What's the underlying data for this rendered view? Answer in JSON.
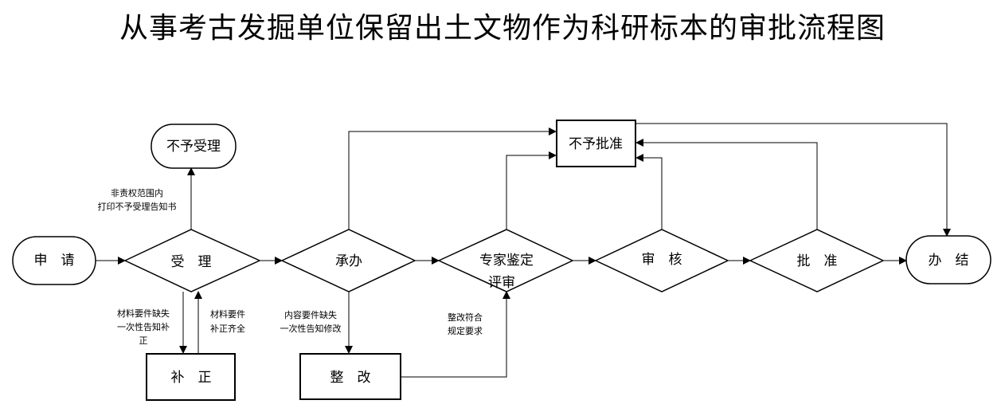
{
  "title": "从事考古发掘单位保留出土文物作为科研标本的审批流程图",
  "nodes": {
    "apply": "申　请",
    "accept": "受　理",
    "reject_accept": "不予受理",
    "undertake": "承办",
    "expert_line1": "专家鉴定",
    "expert_line2": "评审",
    "review": "审　核",
    "approve": "批　准",
    "not_approve": "不予批准",
    "finish": "办　结",
    "supplement": "补　正",
    "rectify": "整　改"
  },
  "notes": {
    "out_of_scope_1": "非责权范围内",
    "out_of_scope_2": "打印不予受理告知书",
    "missing_material_1": "材料要件缺失",
    "missing_material_2": "一次性告知补",
    "missing_material_3": "正",
    "material_complete_1": "材料要件",
    "material_complete_2": "补正齐全",
    "content_missing_1": "内容要件缺失",
    "content_missing_2": "一次性告知修改",
    "rectified_1": "整改符合",
    "rectified_2": "规定要求"
  }
}
